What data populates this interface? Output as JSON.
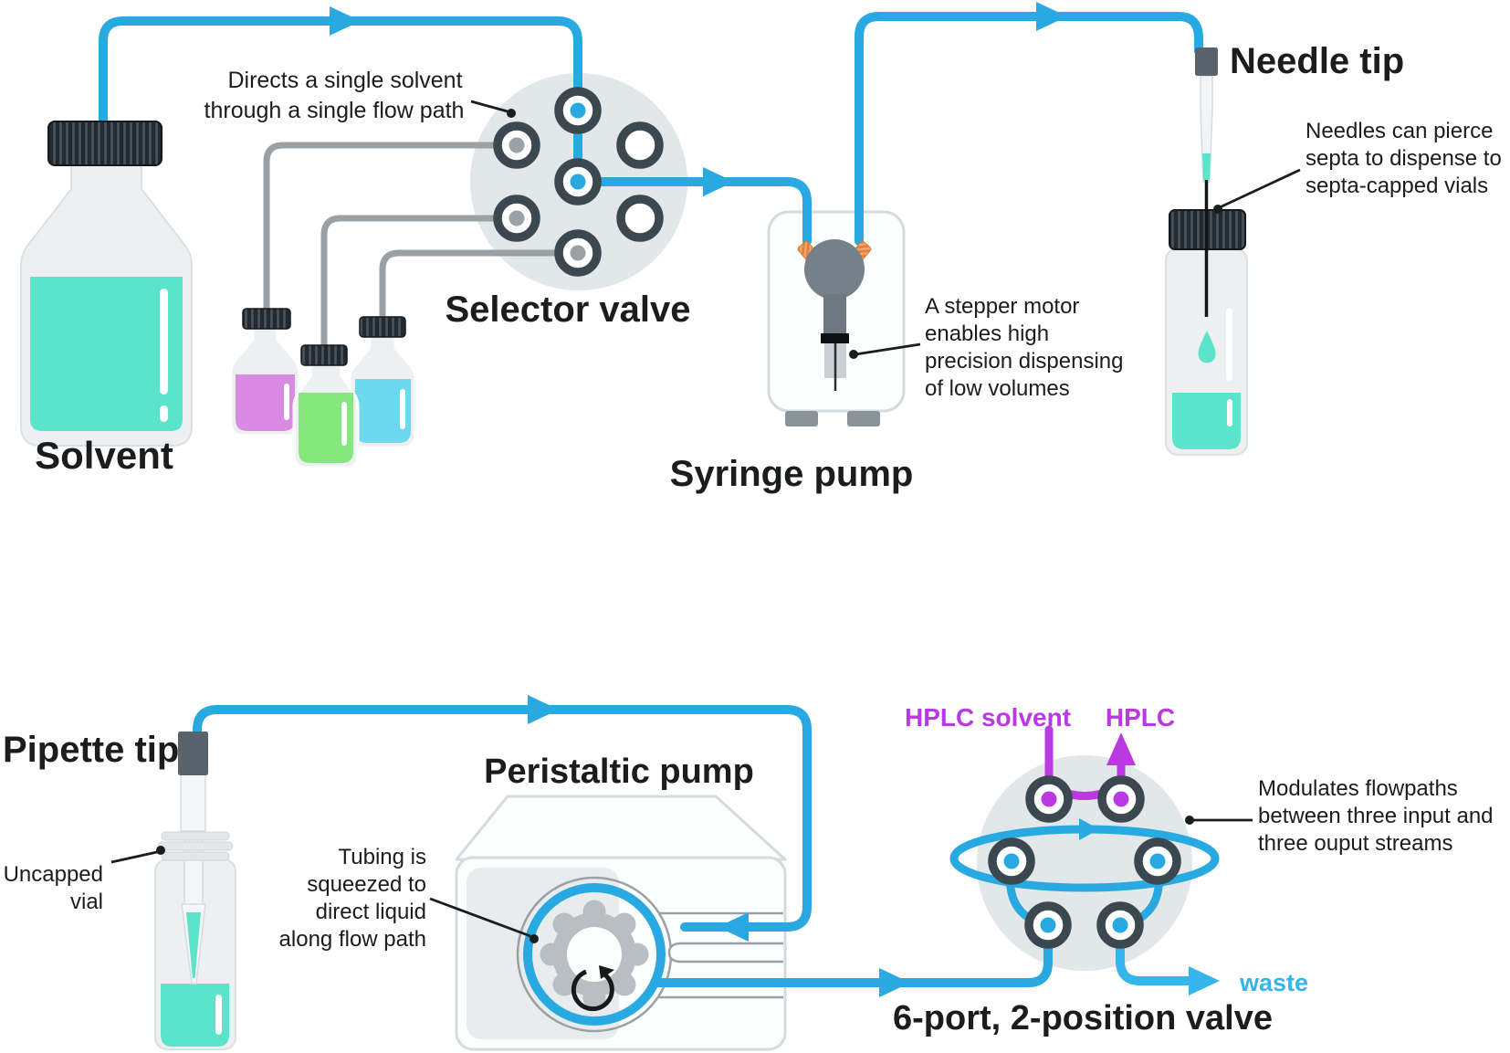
{
  "colors": {
    "flow_blue": "#29a9e2",
    "waste_blue": "#35b5ea",
    "hplc_purple": "#ba39e2",
    "liquid_teal": "#5ce3cb",
    "bottle_purple": "#d98ae3",
    "bottle_green": "#85e87d",
    "bottle_cyan": "#6ed9ee",
    "tube_gray": "#9aa0a4",
    "port_ring": "#3c4850",
    "valve_body": "#e2e7e9",
    "vessel_fill": "#edeff1",
    "machine_border": "#d5dadd",
    "text_dark": "#1a1c1e"
  },
  "labels": {
    "solvent": "Solvent",
    "selector_valve": "Selector valve",
    "syringe_pump": "Syringe pump",
    "needle_tip": "Needle tip",
    "pipette_tip": "Pipette tip",
    "peristaltic_pump": "Peristaltic pump",
    "six_port_valve": "6-port, 2-position valve",
    "hplc_solvent": "HPLC solvent",
    "hplc": "HPLC",
    "waste": "waste"
  },
  "annotations": {
    "selector_note": [
      "Directs a single solvent",
      "through a single flow path"
    ],
    "stepper_note": [
      "A stepper motor",
      "enables high",
      "precision dispensing",
      "of low volumes"
    ],
    "needle_note": [
      "Needles can pierce",
      "septa to dispense to",
      "septa-capped vials"
    ],
    "uncapped_note": [
      "Uncapped",
      "vial"
    ],
    "tubing_note": [
      "Tubing is",
      "squeezed to",
      "direct liquid",
      "along flow path"
    ],
    "valve_note": [
      "Modulates flowpaths",
      "between three input and",
      "three ouput streams"
    ]
  }
}
